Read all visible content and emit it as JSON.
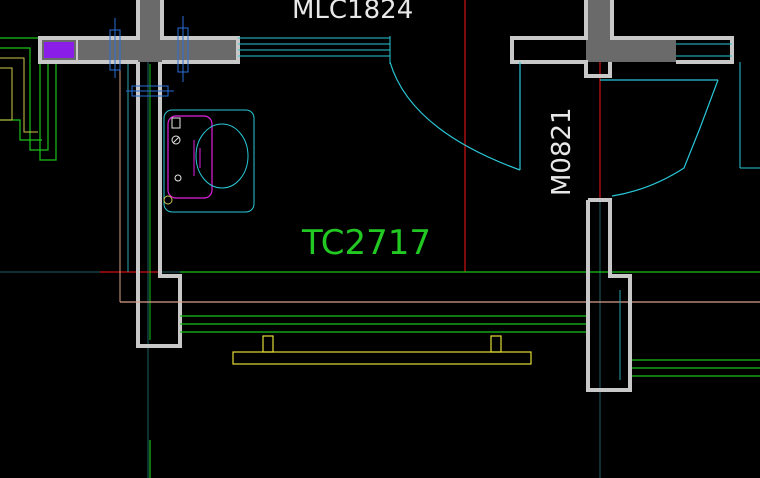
{
  "drawing": {
    "labels": {
      "top_opening": "MLC1824",
      "window": "TC2717",
      "door": "M0821"
    },
    "colors": {
      "background": "#000000",
      "wall_outline": "#c8c8c8",
      "wall_fill": "#6a6a6a",
      "axis_red": "#d01010",
      "pipe_green": "#19c219",
      "cyan": "#29c7d6",
      "yellow": "#e2dc34",
      "magenta": "#e020e0",
      "purple_fill": "#8a1de8",
      "blue_marker": "#2a6fd8",
      "grid_teal": "#1c5f66",
      "label_white": "#e8e8e8",
      "label_green": "#22c922"
    }
  }
}
